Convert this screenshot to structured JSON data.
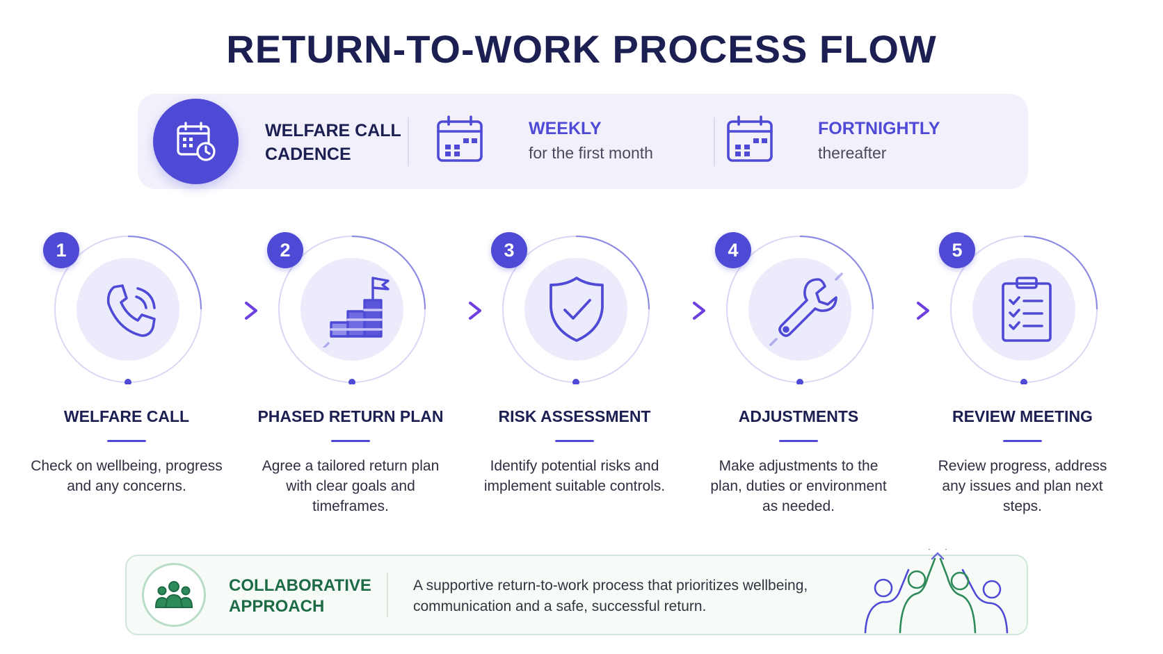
{
  "title": "RETURN-TO-WORK PROCESS FLOW",
  "cadence": {
    "label": "WELFARE CALL CADENCE",
    "items": [
      {
        "title": "WEEKLY",
        "subtitle": "for the first month",
        "icon": "calendar-icon"
      },
      {
        "title": "FORTNIGHTLY",
        "subtitle": "thereafter",
        "icon": "calendar-icon"
      }
    ],
    "main_icon": "calendar-clock-icon"
  },
  "steps": [
    {
      "number": "1",
      "title": "WELFARE CALL",
      "description": "Check on wellbeing, progress and any concerns.",
      "icon": "phone-icon"
    },
    {
      "number": "2",
      "title": "PHASED RETURN PLAN",
      "description": "Agree a tailored return plan with clear goals and timeframes.",
      "icon": "stairs-flag-icon"
    },
    {
      "number": "3",
      "title": "RISK ASSESSMENT",
      "description": "Identify potential risks and implement suitable controls.",
      "icon": "shield-check-icon"
    },
    {
      "number": "4",
      "title": "ADJUSTMENTS",
      "description": "Make adjustments to the plan, duties or environment as needed.",
      "icon": "wrench-icon"
    },
    {
      "number": "5",
      "title": "REVIEW MEETING",
      "description": "Review progress, address any issues and plan next steps.",
      "icon": "clipboard-checklist-icon"
    }
  ],
  "collaborative": {
    "title": "COLLABORATIVE APPROACH",
    "text": "A supportive return-to-work process that prioritizes wellbeing, communication and a safe, successful return.",
    "icon": "people-group-icon",
    "illustration": "high-five-illustration"
  },
  "colors": {
    "accent": "#4f4ad6",
    "navy": "#1c1f52",
    "green": "#1d6b45",
    "soft_purple": "#ecebfb"
  }
}
